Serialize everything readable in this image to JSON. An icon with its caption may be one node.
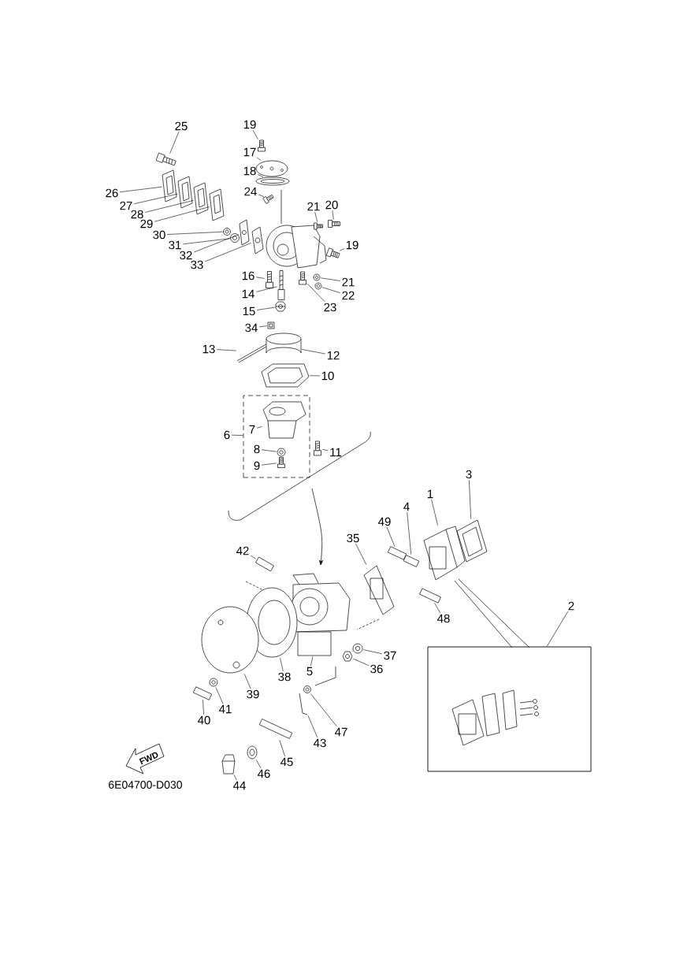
{
  "diagram": {
    "nodes": [
      {
        "text": [
          "25"
        ]
      },
      {
        "text": [
          "19"
        ]
      },
      {
        "text": [
          "17"
        ]
      },
      {
        "text": [
          "18"
        ]
      },
      {
        "text": [
          "24"
        ]
      },
      {
        "text": [
          "21"
        ]
      },
      {
        "text": [
          "20"
        ]
      },
      {
        "text": [
          "26"
        ]
      },
      {
        "text": [
          "27"
        ]
      },
      {
        "text": [
          "28"
        ]
      },
      {
        "text": [
          "29"
        ]
      },
      {
        "text": [
          "30"
        ]
      },
      {
        "text": [
          "31"
        ]
      },
      {
        "text": [
          "32"
        ]
      },
      {
        "text": [
          "33"
        ]
      },
      {
        "text": [
          "19"
        ]
      },
      {
        "text": [
          "16"
        ]
      },
      {
        "text": [
          "14"
        ]
      },
      {
        "text": [
          "15"
        ]
      },
      {
        "text": [
          "21"
        ]
      },
      {
        "text": [
          "22"
        ]
      },
      {
        "text": [
          "23"
        ]
      },
      {
        "text": [
          "34"
        ]
      },
      {
        "text": [
          "13"
        ]
      },
      {
        "text": [
          "12"
        ]
      },
      {
        "text": [
          "10"
        ]
      },
      {
        "text": [
          "6"
        ]
      },
      {
        "text": [],
        "shape": "box"
      },
      {
        "text": [
          "7"
        ],
        "in": 27
      },
      {
        "text": [
          "8"
        ],
        "in": 27
      },
      {
        "text": [
          "11"
        ]
      },
      {
        "text": [
          "9"
        ],
        "in": 27
      },
      {
        "text": [
          "3"
        ]
      },
      {
        "text": [
          "1"
        ]
      },
      {
        "text": [
          "4"
        ]
      },
      {
        "text": [
          "49"
        ]
      },
      {
        "text": [
          "35"
        ]
      },
      {
        "text": [
          "42"
        ]
      },
      {
        "text": [
          "48"
        ]
      },
      {
        "text": [
          "2"
        ]
      },
      {
        "text": [],
        "shape": "box"
      },
      {
        "text": [
          "37"
        ]
      },
      {
        "text": [
          "36"
        ]
      },
      {
        "text": [
          "5"
        ]
      },
      {
        "text": [
          "38"
        ]
      },
      {
        "text": [
          "39"
        ]
      },
      {
        "text": [
          "41"
        ]
      },
      {
        "text": [
          "40"
        ]
      },
      {
        "text": [
          "47"
        ]
      },
      {
        "text": [
          "43"
        ]
      },
      {
        "text": [
          "45"
        ]
      },
      {
        "text": [
          "46"
        ]
      },
      {
        "text": [
          "44"
        ]
      },
      {
        "text": [],
        "shape": "picture"
      },
      {
        "text": [],
        "shape": "picture"
      },
      {
        "text": [],
        "shape": "picture"
      },
      {
        "text": [],
        "shape": "picture"
      },
      {
        "text": [],
        "shape": "picture"
      },
      {
        "text": [],
        "shape": "picture"
      },
      {
        "text": [],
        "shape": "picture"
      },
      {
        "text": [],
        "shape": "picture"
      },
      {
        "text": [],
        "shape": "picture"
      },
      {
        "text": [],
        "shape": "picture"
      },
      {
        "text": [],
        "shape": "picture"
      },
      {
        "text": [],
        "shape": "picture"
      },
      {
        "text": [],
        "shape": "picture"
      },
      {
        "text": [],
        "shape": "picture"
      },
      {
        "text": [],
        "shape": "picture"
      },
      {
        "text": [],
        "shape": "picture"
      },
      {
        "text": [],
        "shape": "picture"
      },
      {
        "text": [],
        "shape": "picture"
      },
      {
        "text": [],
        "shape": "picture"
      },
      {
        "text": [],
        "shape": "picture"
      },
      {
        "text": [],
        "shape": "picture"
      },
      {
        "text": [],
        "shape": "picture"
      },
      {
        "text": [],
        "shape": "picture"
      },
      {
        "text": [],
        "shape": "picture"
      },
      {
        "text": [],
        "shape": "picture"
      },
      {
        "text": [],
        "shape": "picture"
      },
      {
        "text": [],
        "shape": "picture",
        "in": 27
      },
      {
        "text": [],
        "shape": "picture",
        "in": 27
      },
      {
        "text": [],
        "shape": "picture"
      },
      {
        "text": [],
        "shape": "picture",
        "in": 27
      },
      {
        "text": [],
        "shape": "picture"
      },
      {
        "text": [],
        "shape": "picture"
      },
      {
        "text": [],
        "shape": "picture"
      },
      {
        "text": [],
        "shape": "picture"
      },
      {
        "text": [],
        "shape": "picture"
      },
      {
        "text": [],
        "shape": "picture"
      },
      {
        "text": [],
        "shape": "picture"
      },
      {
        "text": [],
        "shape": "picture"
      },
      {
        "text": [],
        "shape": "picture"
      },
      {
        "text": [],
        "shape": "picture"
      },
      {
        "text": [],
        "shape": "picture"
      },
      {
        "text": [],
        "shape": "picture"
      },
      {
        "text": [],
        "shape": "picture"
      },
      {
        "text": [],
        "shape": "picture"
      },
      {
        "text": [],
        "shape": "picture"
      },
      {
        "text": [],
        "shape": "picture"
      },
      {
        "text": [],
        "shape": "picture"
      },
      {
        "text": [],
        "shape": "picture"
      },
      {
        "text": [],
        "shape": "picture"
      }
    ],
    "edges": [
      {
        "from": 0,
        "to": 53,
        "arrow": "none"
      },
      {
        "from": 1,
        "to": 54,
        "arrow": "none"
      },
      {
        "from": 2,
        "to": 55,
        "arrow": "none"
      },
      {
        "from": 3,
        "to": 56,
        "arrow": "none"
      },
      {
        "from": 4,
        "to": 57,
        "arrow": "none"
      },
      {
        "from": 5,
        "to": 58,
        "arrow": "none"
      },
      {
        "from": 6,
        "to": 59,
        "arrow": "none"
      },
      {
        "from": 7,
        "to": 60,
        "arrow": "none"
      },
      {
        "from": 8,
        "to": 61,
        "arrow": "none"
      },
      {
        "from": 9,
        "to": 62,
        "arrow": "none"
      },
      {
        "from": 10,
        "to": 63,
        "arrow": "none"
      },
      {
        "from": 11,
        "to": 64,
        "arrow": "none"
      },
      {
        "from": 12,
        "to": 65,
        "arrow": "none"
      },
      {
        "from": 13,
        "to": 66,
        "arrow": "none"
      },
      {
        "from": 14,
        "to": 67,
        "arrow": "none"
      },
      {
        "from": 15,
        "to": 68,
        "arrow": "none"
      },
      {
        "from": 16,
        "to": 69,
        "arrow": "none"
      },
      {
        "from": 17,
        "to": 70,
        "arrow": "none"
      },
      {
        "from": 18,
        "to": 71,
        "arrow": "none"
      },
      {
        "from": 19,
        "to": 72,
        "arrow": "none"
      },
      {
        "from": 20,
        "to": 73,
        "arrow": "none"
      },
      {
        "from": 21,
        "to": 74,
        "arrow": "none"
      },
      {
        "from": 22,
        "to": 75,
        "arrow": "none"
      },
      {
        "from": 23,
        "to": 76,
        "arrow": "none"
      },
      {
        "from": 24,
        "to": 77,
        "arrow": "none"
      },
      {
        "from": 25,
        "to": 78,
        "arrow": "none"
      },
      {
        "from": 26,
        "to": 27,
        "arrow": "none"
      },
      {
        "from": 28,
        "to": 79,
        "arrow": "none"
      },
      {
        "from": 29,
        "to": 80,
        "arrow": "none"
      },
      {
        "from": 30,
        "to": 81,
        "arrow": "none"
      },
      {
        "from": 31,
        "to": 82,
        "arrow": "none"
      },
      {
        "from": 32,
        "to": 83,
        "arrow": "none"
      },
      {
        "from": 33,
        "to": 84,
        "arrow": "none"
      },
      {
        "from": 34,
        "to": 85,
        "arrow": "none"
      },
      {
        "from": 35,
        "to": 86,
        "arrow": "none"
      },
      {
        "from": 36,
        "to": 87,
        "arrow": "none"
      },
      {
        "from": 37,
        "to": 88,
        "arrow": "none"
      },
      {
        "from": 38,
        "to": 89,
        "arrow": "none"
      },
      {
        "from": 39,
        "to": 40,
        "arrow": "none"
      },
      {
        "from": 41,
        "to": 90,
        "arrow": "none"
      },
      {
        "from": 42,
        "to": 91,
        "arrow": "none"
      },
      {
        "from": 43,
        "to": 92,
        "arrow": "none"
      },
      {
        "from": 44,
        "to": 93,
        "arrow": "none"
      },
      {
        "from": 45,
        "to": 94,
        "arrow": "none"
      },
      {
        "from": 46,
        "to": 95,
        "arrow": "none"
      },
      {
        "from": 47,
        "to": 96,
        "arrow": "none"
      },
      {
        "from": 48,
        "to": 97,
        "arrow": "none"
      },
      {
        "from": 49,
        "to": 98,
        "arrow": "none"
      },
      {
        "from": 50,
        "to": 99,
        "arrow": "none"
      },
      {
        "from": 51,
        "to": 100,
        "arrow": "none"
      },
      {
        "from": 52,
        "to": 101,
        "arrow": "none"
      }
    ],
    "labels": [
      "FWD",
      "6E04700-D030"
    ]
  }
}
